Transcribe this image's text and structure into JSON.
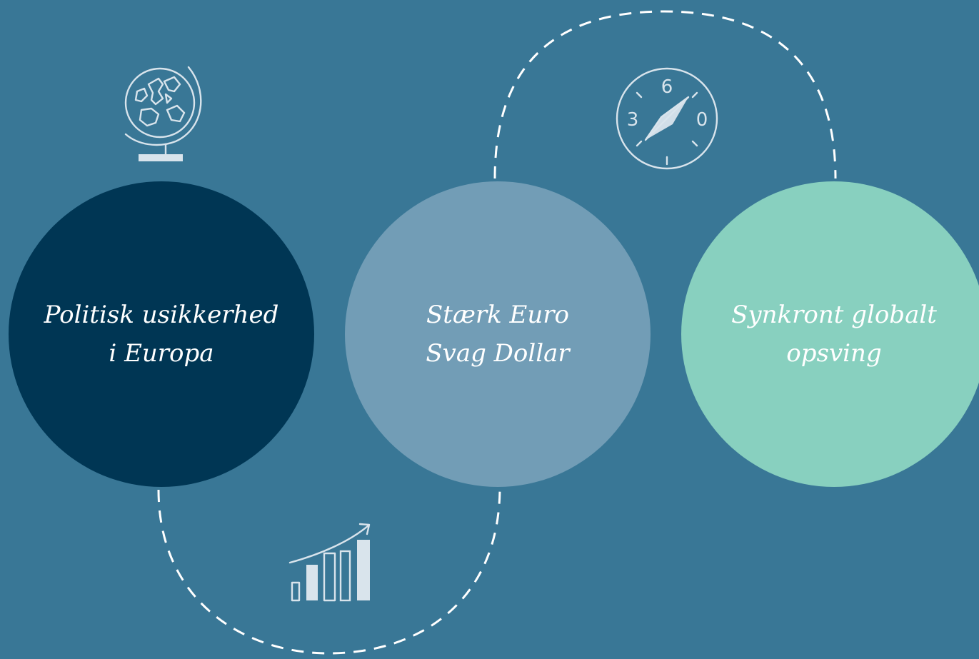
{
  "circles": [
    {
      "label": "Politisk usikkerhed\ni Europa",
      "color": "#003654"
    },
    {
      "label": "Stærk Euro\nSvag Dollar",
      "color": "#729db6"
    },
    {
      "label": "Synkront globalt\nopsving",
      "color": "#88d0bf"
    }
  ],
  "icons": {
    "globe": "globe-icon",
    "compass": "compass-icon",
    "bars": "growth-chart-icon"
  },
  "compass": {
    "top": "6",
    "left": "3",
    "right": "0"
  },
  "colors": {
    "background": "#397796",
    "lines": "#ffffff",
    "icon_fill": "#d9e4ec"
  }
}
